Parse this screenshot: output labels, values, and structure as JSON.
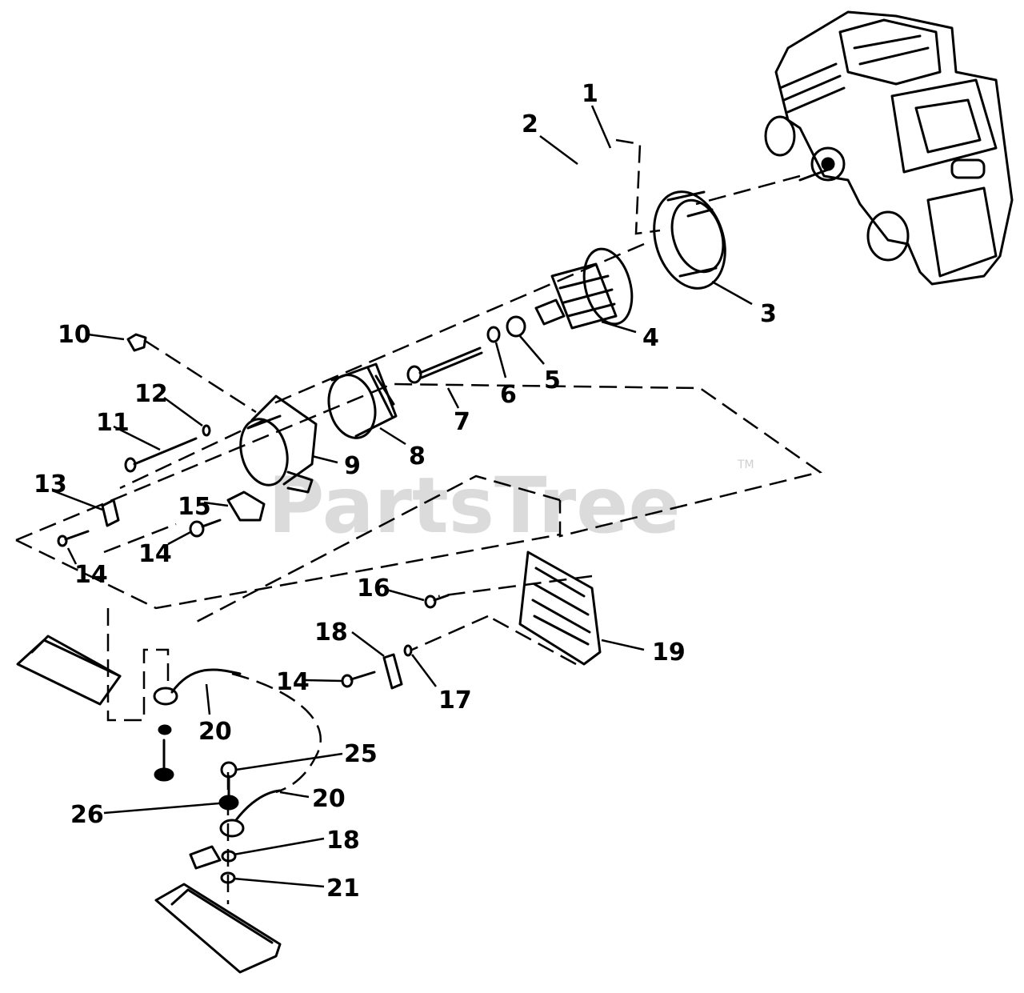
{
  "watermark": {
    "text": "PartsTree",
    "trademark": "TM"
  },
  "callouts": {
    "c1": "1",
    "c2": "2",
    "c3": "3",
    "c4": "4",
    "c5": "5",
    "c6": "6",
    "c7": "7",
    "c8": "8",
    "c9": "9",
    "c10": "10",
    "c11": "11",
    "c12": "12",
    "c13": "13",
    "c14a": "14",
    "c14b": "14",
    "c14c": "14",
    "c15": "15",
    "c16": "16",
    "c17": "17",
    "c18a": "18",
    "c18b": "18",
    "c19": "19",
    "c20a": "20",
    "c20b": "20",
    "c21": "21",
    "c25": "25",
    "c26": "26"
  }
}
